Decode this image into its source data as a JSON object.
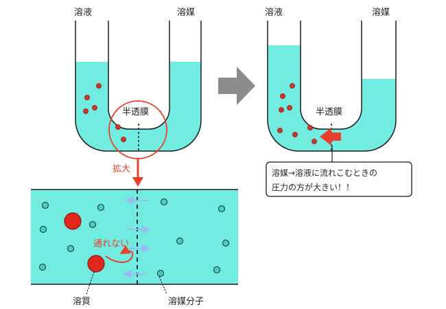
{
  "labels": {
    "solution": "溶液",
    "solvent": "溶媒",
    "membrane": "半透膜",
    "magnify": "拡大",
    "blocked": "通れない",
    "solute": "溶質",
    "solvent_molecule": "溶媒分子"
  },
  "callout": {
    "line1": "溶媒→溶液に流れこむときの",
    "line2": "圧力の方が大きい！！"
  },
  "colors": {
    "water": "#72ebe1",
    "outline": "#1a1a1a",
    "solute_red": "#d9322a",
    "accent_red": "#e8402a",
    "arrow_gray": "#8c8c8c",
    "flow_blue": "#9bb8f3"
  },
  "icons": [
    "right-arrow-icon",
    "down-arrow-icon",
    "left-arrow-icon",
    "curved-arrow-icon"
  ]
}
